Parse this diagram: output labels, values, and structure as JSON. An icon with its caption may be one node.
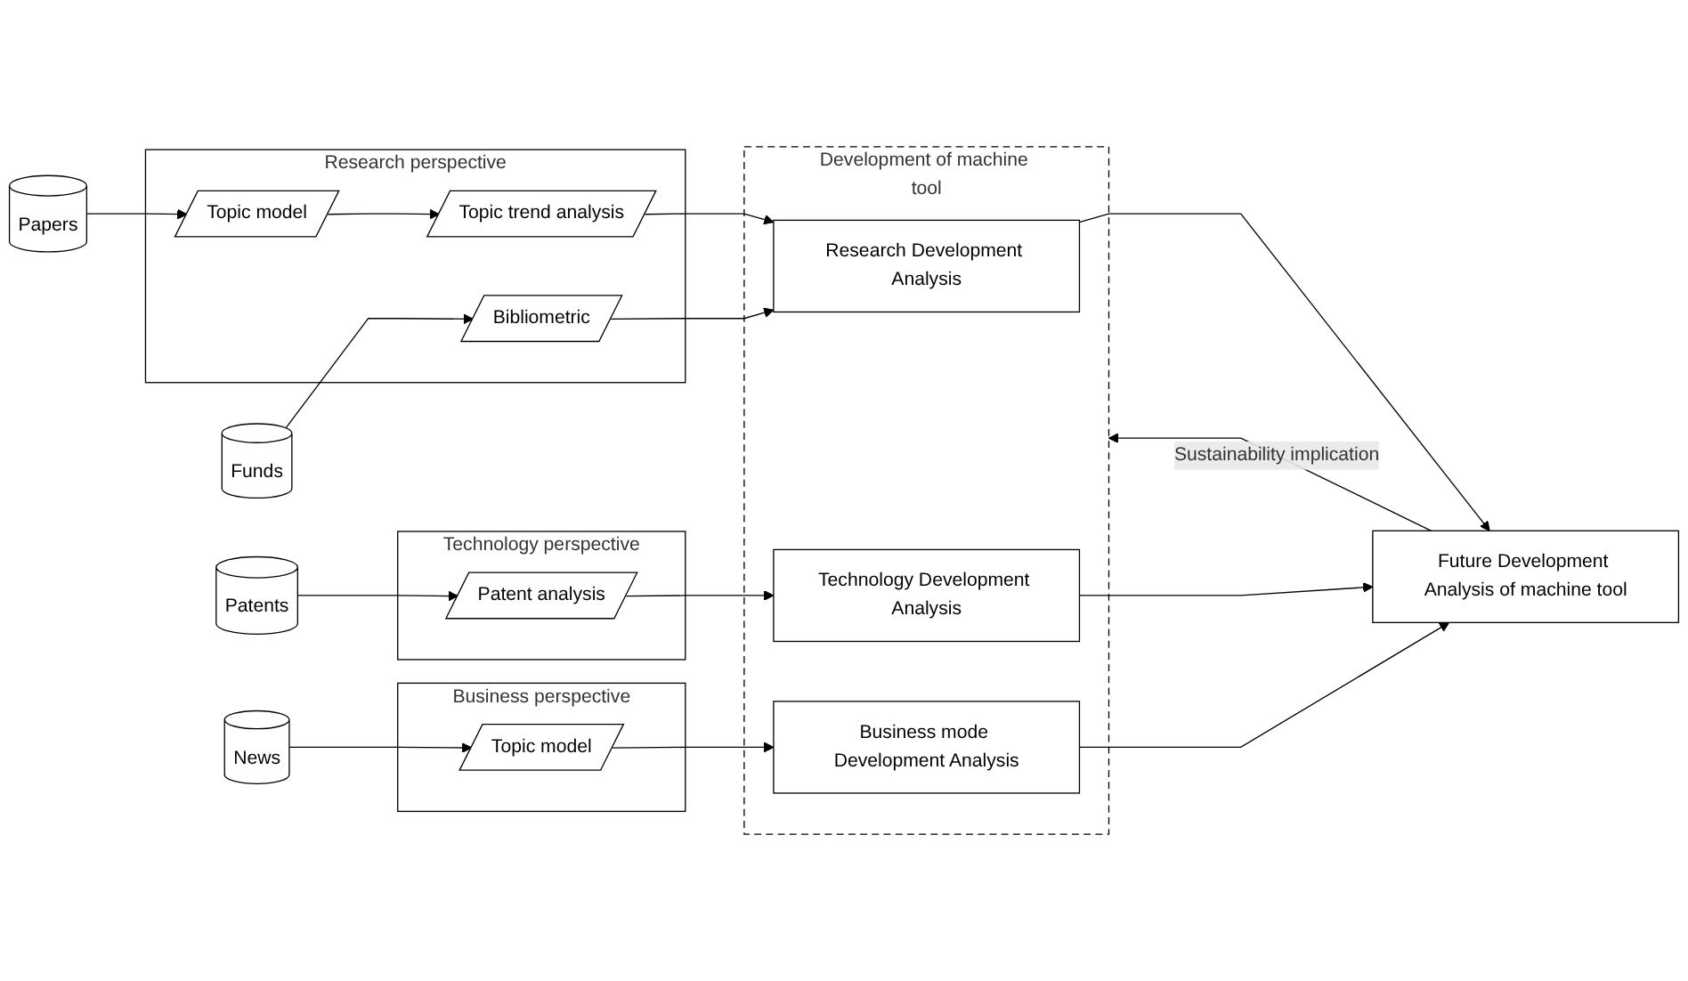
{
  "diagram": {
    "nodes": [
      {
        "text": [
          "Papers"
        ]
      },
      {
        "text": [
          "Funds"
        ]
      },
      {
        "text": [
          "Research perspective"
        ]
      },
      {
        "text": [
          "Topic model"
        ],
        "in": 2
      },
      {
        "text": [
          "Topic trend analysis"
        ],
        "in": 2
      },
      {
        "text": [
          "Bibliometric"
        ],
        "in": 2
      },
      {
        "text": [
          "Development of machine tool"
        ]
      },
      {
        "text": [
          "Research Development Analysis"
        ],
        "in": 6
      },
      {
        "text": [
          "Patents"
        ]
      },
      {
        "text": [
          "Technology perspective"
        ]
      },
      {
        "text": [
          "Patent analysis"
        ],
        "in": 9
      },
      {
        "text": [
          "Technology Development Analysis"
        ],
        "in": 6
      },
      {
        "text": [
          "News"
        ]
      },
      {
        "text": [
          "Business perspective"
        ]
      },
      {
        "text": [
          "Topic model"
        ],
        "in": 13
      },
      {
        "text": [
          "Business mode Development Analysis"
        ],
        "in": 6
      },
      {
        "text": [
          "Future Development Analysis of machine tool"
        ]
      }
    ],
    "edges": [
      {
        "from": 0,
        "to": 3,
        "arrow": "to"
      },
      {
        "from": 3,
        "to": 4,
        "arrow": "to"
      },
      {
        "from": 1,
        "to": 5,
        "arrow": "to"
      },
      {
        "from": 4,
        "to": 7,
        "arrow": "to"
      },
      {
        "from": 5,
        "to": 7,
        "arrow": "to"
      },
      {
        "from": 8,
        "to": 10,
        "arrow": "to"
      },
      {
        "from": 10,
        "to": 11,
        "arrow": "to"
      },
      {
        "from": 12,
        "to": 14,
        "arrow": "to"
      },
      {
        "from": 14,
        "to": 15,
        "arrow": "to"
      },
      {
        "from": 7,
        "to": 16,
        "arrow": "to"
      },
      {
        "from": 11,
        "to": 16,
        "arrow": "to"
      },
      {
        "from": 15,
        "to": 16,
        "arrow": "to"
      },
      {
        "from": 16,
        "to": 6,
        "label": "Sustainability implication",
        "arrow": "to"
      }
    ]
  }
}
